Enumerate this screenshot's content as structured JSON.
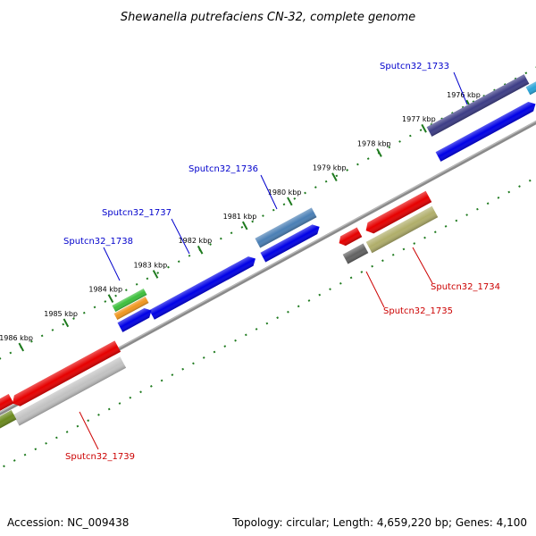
{
  "title": "Shewanella putrefaciens CN-32, complete genome",
  "footer": {
    "accession": "Accession: NC_009438",
    "summary": "Topology: circular; Length: 4,659,220 bp; Genes: 4,100"
  },
  "colors": {
    "backbone": "#8a8a8a",
    "tick": "#1e7a1e",
    "plus_label": "#0000cc",
    "minus_label": "#cc0000"
  },
  "ticks": [
    {
      "kbp": 1976,
      "label": "1976 kbp"
    },
    {
      "kbp": 1977,
      "label": "1977 kbp"
    },
    {
      "kbp": 1978,
      "label": "1978 kbp"
    },
    {
      "kbp": 1979,
      "label": "1979 kbp"
    },
    {
      "kbp": 1980,
      "label": "1980 kbp"
    },
    {
      "kbp": 1981,
      "label": "1981 kbp"
    },
    {
      "kbp": 1982,
      "label": "1982 kbp"
    },
    {
      "kbp": 1983,
      "label": "1983 kbp"
    },
    {
      "kbp": 1984,
      "label": "1984 kbp"
    },
    {
      "kbp": 1985,
      "label": "1985 kbp"
    },
    {
      "kbp": 1986,
      "label": "1986 kbp"
    }
  ],
  "labels": {
    "g1733": "Sputcn32_1733",
    "g1734": "Sputcn32_1734",
    "g1735": "Sputcn32_1735",
    "g1736": "Sputcn32_1736",
    "g1737": "Sputcn32_1737",
    "g1738": "Sputcn32_1738",
    "g1739": "Sputcn32_1739"
  }
}
